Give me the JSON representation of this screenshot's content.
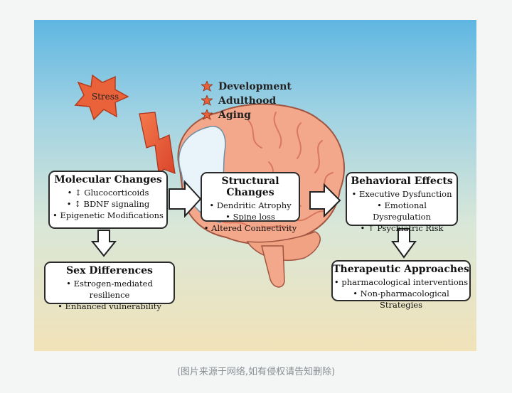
{
  "stress_label": "Stress",
  "stages": [
    "Development",
    "Adulthood",
    "Aging"
  ],
  "molecular": {
    "title": "Molecular Changes",
    "items": [
      "• ↕ Glucocorticoids",
      "• ↕ BDNF signaling",
      "• Epigenetic Modifications"
    ]
  },
  "structural": {
    "title": "Structural Changes",
    "items": [
      "• Dendritic Atrophy",
      "• Spine loss",
      "• Altered Connectivity"
    ]
  },
  "behavioral": {
    "title": "Behavioral Effects",
    "items": [
      "• Executive Dysfunction",
      "• Emotional Dysregulation",
      "• ↑ Psychiatric Risk"
    ]
  },
  "sex": {
    "title": "Sex Differences",
    "items": [
      "• Estrogen-mediated resilience",
      "• Enhanced vulnerability"
    ]
  },
  "therapeutic": {
    "title": "Therapeutic Approaches",
    "items": [
      "• pharmacological interventions",
      "• Non-pharmacological Strategies"
    ]
  },
  "caption": "(图片来源于网络,如有侵权请告知删除)",
  "colors": {
    "brain": "#f3a88b",
    "brain_gyri": "#d9785f",
    "star": "#e9623a",
    "bolt": "#ee5a34"
  }
}
